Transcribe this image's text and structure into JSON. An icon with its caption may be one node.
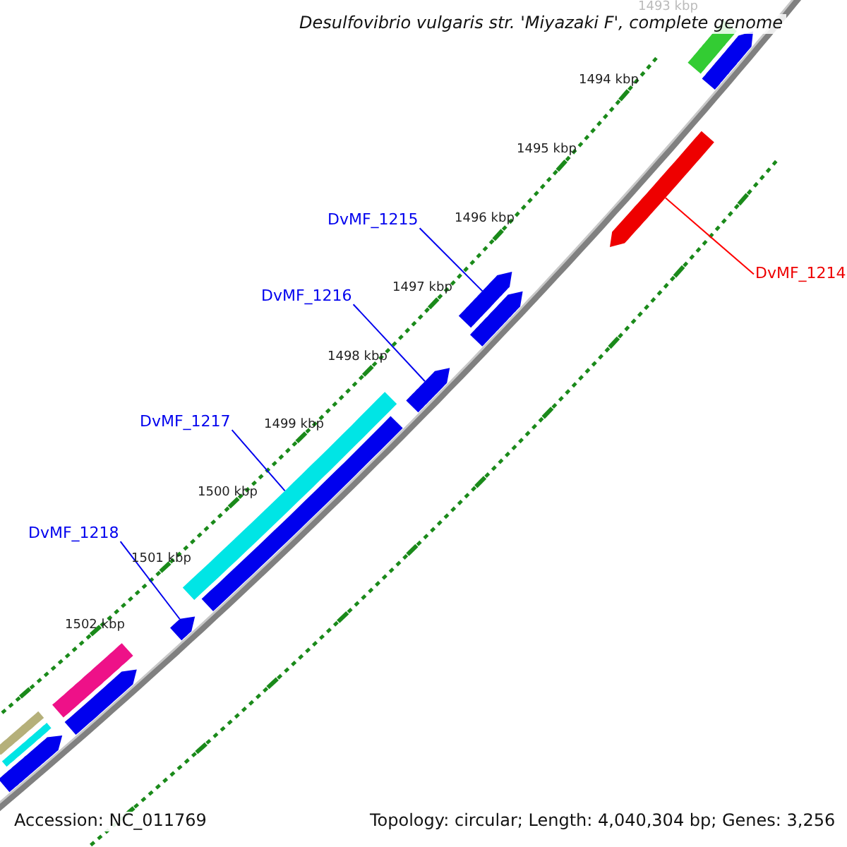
{
  "diagram": {
    "title": "Desulfovibrio vulgaris str. 'Miyazaki F', complete genome",
    "nodes": [
      {
        "text": [],
        "shape": "bar"
      },
      {
        "text": [],
        "shape": "bar"
      },
      {
        "text": [],
        "shape": "bar"
      },
      {
        "text": [
          "DvMF_1215"
        ]
      },
      {
        "text": [],
        "shape": "bar"
      },
      {
        "text": [],
        "shape": "bar"
      },
      {
        "text": [
          "DvMF_1214"
        ]
      },
      {
        "text": [
          "DvMF_1216"
        ]
      },
      {
        "text": [],
        "shape": "bar"
      },
      {
        "text": [
          "DvMF_1217"
        ]
      },
      {
        "text": [],
        "shape": "bar"
      },
      {
        "text": [],
        "shape": "bar"
      },
      {
        "text": [
          "DvMF_1218"
        ]
      },
      {
        "text": [],
        "shape": "bar"
      },
      {
        "text": [],
        "shape": "bar"
      },
      {
        "text": [],
        "shape": "bar"
      },
      {
        "text": [],
        "shape": "bar"
      },
      {
        "text": [],
        "shape": "bar"
      },
      {
        "text": [],
        "shape": "bar"
      }
    ],
    "edges": [
      {
        "from": 3,
        "to": 4,
        "arrow": "none"
      },
      {
        "from": 6,
        "to": 2,
        "arrow": "none",
        "color": "#ff0000"
      },
      {
        "from": 7,
        "to": 8,
        "arrow": "none"
      },
      {
        "from": 9,
        "to": 10,
        "arrow": "none"
      },
      {
        "from": 12,
        "to": 13,
        "arrow": "none"
      }
    ],
    "labels": [
      "1493 kbp",
      "1494 kbp",
      "1495 kbp",
      "1496 kbp",
      "1497 kbp",
      "1498 kbp",
      "1499 kbp",
      "1500 kbp",
      "1501 kbp",
      "1502 kbp",
      "Accession: NC_011769",
      "Topology: circular; Length: 4,040,304 bp; Genes: 3,256"
    ]
  }
}
